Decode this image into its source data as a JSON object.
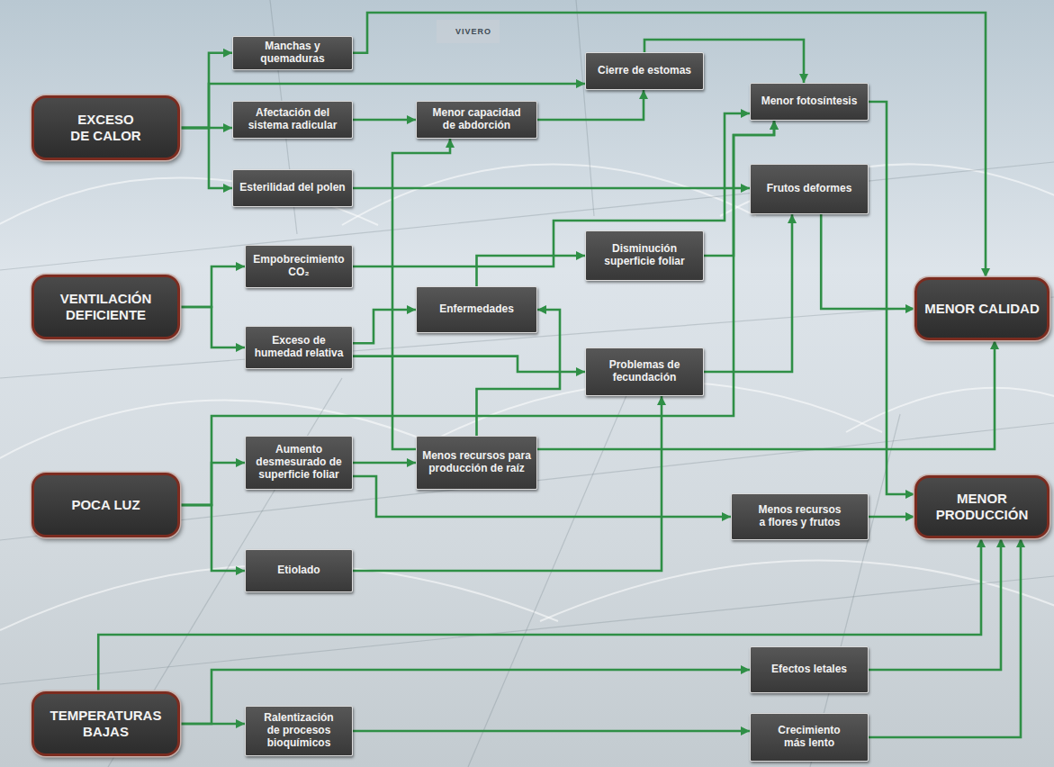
{
  "diagram": {
    "nodes": [
      {
        "text": [
          "EXCESO DE CALOR"
        ]
      },
      {
        "text": [
          "Manchas y quemaduras"
        ]
      },
      {
        "text": [
          "Afectación del sistema radicular"
        ]
      },
      {
        "text": [
          "Esterilidad del polen"
        ]
      },
      {
        "text": [
          "Menor capacidad de abdorción"
        ]
      },
      {
        "text": [
          "Cierre de estomas"
        ]
      },
      {
        "text": [
          "Menor fotosíntesis"
        ]
      },
      {
        "text": [
          "Frutos deformes"
        ]
      },
      {
        "text": [
          "VENTILACIÓN DEFICIENTE"
        ]
      },
      {
        "text": [
          "Empobrecimiento CO₂"
        ]
      },
      {
        "text": [
          "Exceso de humedad relativa"
        ]
      },
      {
        "text": [
          "Enfermedades"
        ]
      },
      {
        "text": [
          "Disminución superficie foliar"
        ]
      },
      {
        "text": [
          "Problemas de fecundación"
        ]
      },
      {
        "text": [
          "MENOR CALIDAD"
        ]
      },
      {
        "text": [
          "POCA LUZ"
        ]
      },
      {
        "text": [
          "Aumento desmesurado de superficie foliar"
        ]
      },
      {
        "text": [
          "Menos recursos para producción de raíz"
        ]
      },
      {
        "text": [
          "Menos recursos a flores y frutos"
        ]
      },
      {
        "text": [
          "MENOR PRODUCCIÓN"
        ]
      },
      {
        "text": [
          "Etiolado"
        ]
      },
      {
        "text": [
          "TEMPERATURAS BAJAS"
        ]
      },
      {
        "text": [
          "Ralentización de procesos bioquímicos"
        ]
      },
      {
        "text": [
          "Efectos letales"
        ]
      },
      {
        "text": [
          "Crecimiento más lento"
        ]
      }
    ],
    "edges": [
      {
        "from": 0,
        "to": 1,
        "arrow": "to"
      },
      {
        "from": 0,
        "to": 2,
        "arrow": "to"
      },
      {
        "from": 0,
        "to": 3,
        "arrow": "to"
      },
      {
        "from": 0,
        "to": 5,
        "arrow": "to"
      },
      {
        "from": 1,
        "to": 14,
        "arrow": "to"
      },
      {
        "from": 2,
        "to": 4,
        "arrow": "to"
      },
      {
        "from": 4,
        "to": 5,
        "arrow": "to"
      },
      {
        "from": 5,
        "to": 6,
        "arrow": "to"
      },
      {
        "from": 3,
        "to": 7,
        "arrow": "to"
      },
      {
        "from": 6,
        "to": 19,
        "arrow": "to"
      },
      {
        "from": 7,
        "to": 14,
        "arrow": "to"
      },
      {
        "from": 8,
        "to": 9,
        "arrow": "to"
      },
      {
        "from": 8,
        "to": 10,
        "arrow": "to"
      },
      {
        "from": 9,
        "to": 6,
        "arrow": "to"
      },
      {
        "from": 10,
        "to": 11,
        "arrow": "to"
      },
      {
        "from": 10,
        "to": 13,
        "arrow": "to"
      },
      {
        "from": 13,
        "to": 7,
        "arrow": "to"
      },
      {
        "from": 11,
        "to": 12,
        "arrow": "to"
      },
      {
        "from": 12,
        "to": 6,
        "arrow": "to"
      },
      {
        "from": 17,
        "to": 11,
        "arrow": "to"
      },
      {
        "from": 17,
        "to": 4,
        "arrow": "to"
      },
      {
        "from": 15,
        "to": 16,
        "arrow": "to"
      },
      {
        "from": 15,
        "to": 20,
        "arrow": "to"
      },
      {
        "from": 15,
        "to": 6,
        "arrow": "to"
      },
      {
        "from": 16,
        "to": 17,
        "arrow": "to"
      },
      {
        "from": 16,
        "to": 18,
        "arrow": "to"
      },
      {
        "from": 20,
        "to": 13,
        "arrow": "to"
      },
      {
        "from": 17,
        "to": 14,
        "arrow": "to"
      },
      {
        "from": 18,
        "to": 19,
        "arrow": "to"
      },
      {
        "from": 21,
        "to": 19,
        "arrow": "to"
      },
      {
        "from": 21,
        "to": 22,
        "arrow": "to"
      },
      {
        "from": 21,
        "to": 23,
        "arrow": "to"
      },
      {
        "from": 22,
        "to": 24,
        "arrow": "to"
      },
      {
        "from": 23,
        "to": 19,
        "arrow": "to"
      },
      {
        "from": 24,
        "to": 19,
        "arrow": "to"
      }
    ],
    "labels": [
      "VIVERO"
    ]
  }
}
